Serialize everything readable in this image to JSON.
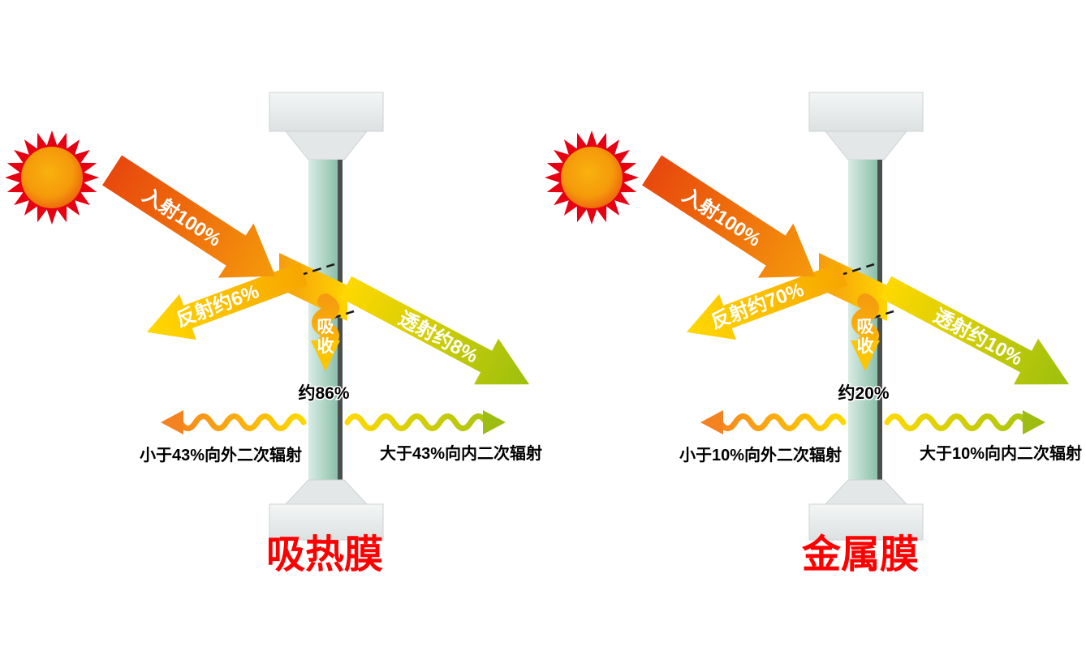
{
  "diagram": {
    "type": "window-film-solar-energy-comparison",
    "icons": [
      "sun-icon",
      "glass-pane",
      "wavy-arrow"
    ],
    "colors": {
      "sun_spike_red": "#e60012",
      "sun_core_orange": "#f59a0b",
      "incident_orange": "#ed6a0c",
      "beam_yellow": "#ffd800",
      "transmit_green": "#9cc00e",
      "secondary_outward_orange": "#f58220",
      "glass_teal": "#9fccb9",
      "film_dark_gray": "#4a4f4d",
      "frame_gray": "#e8ebeb",
      "title_red": "#ff0000",
      "label_black": "#000000"
    }
  },
  "panels": [
    {
      "title": "吸热膜",
      "incident_label": "入射100%",
      "reflect_label": "反射约6%",
      "transmit_label": "透射约8%",
      "absorb_char1": "吸",
      "absorb_char2": "收",
      "absorb_value": "约86%",
      "outward_label": "小于43%向外二次辐射",
      "inward_label": "大于43%向内二次辐射"
    },
    {
      "title": "金属膜",
      "incident_label": "入射100%",
      "reflect_label": "反射约70%",
      "transmit_label": "透射约10%",
      "absorb_char1": "吸",
      "absorb_char2": "收",
      "absorb_value": "约20%",
      "outward_label": "小于10%向外二次辐射",
      "inward_label": "大于10%向内二次辐射"
    }
  ]
}
